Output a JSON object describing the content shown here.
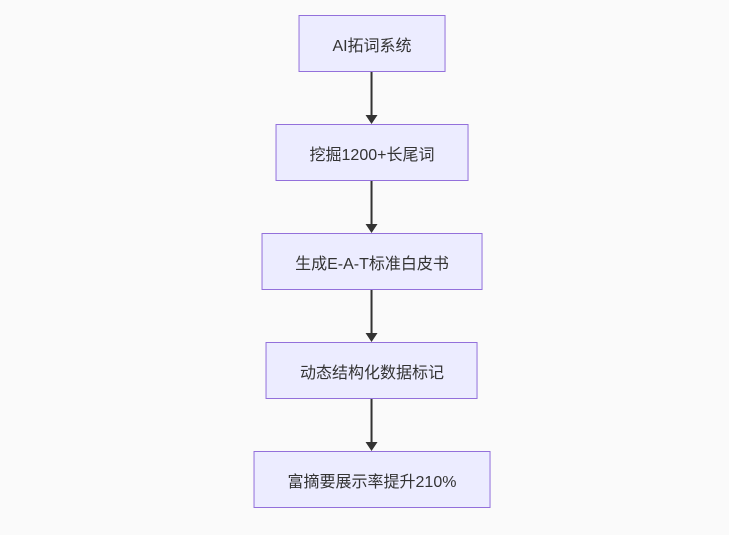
{
  "flowchart": {
    "type": "flowchart-top-down",
    "nodes": [
      {
        "id": "A",
        "label": "AI拓词系统"
      },
      {
        "id": "B",
        "label": "挖掘1200+长尾词"
      },
      {
        "id": "C",
        "label": "生成E-A-T标准白皮书"
      },
      {
        "id": "D",
        "label": "动态结构化数据标记"
      },
      {
        "id": "E",
        "label": "富摘要展示率提升210%"
      }
    ],
    "edges": [
      {
        "from": "A",
        "to": "B"
      },
      {
        "from": "B",
        "to": "C"
      },
      {
        "from": "C",
        "to": "D"
      },
      {
        "from": "D",
        "to": "E"
      }
    ]
  },
  "theme": {
    "background": "#fafafa",
    "node_fill": "#ECECFF",
    "node_border": "#9370DB",
    "arrow_color": "#333333",
    "text_color": "#333333"
  }
}
